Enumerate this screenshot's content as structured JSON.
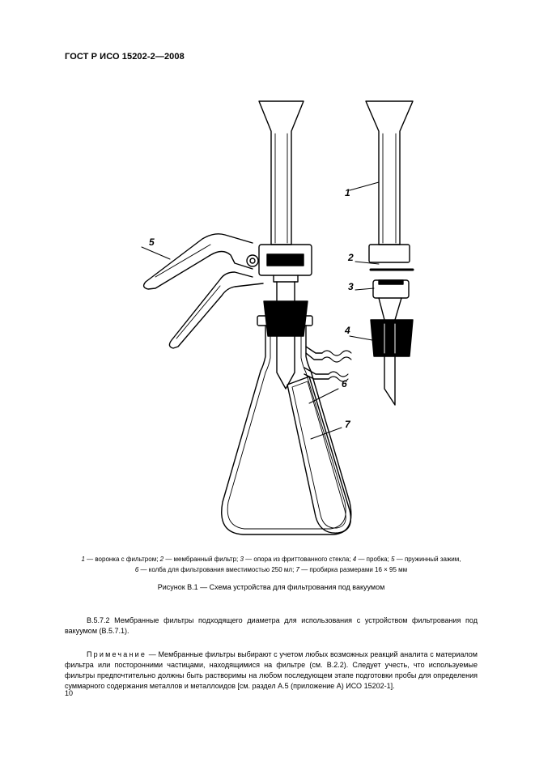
{
  "header": {
    "standard": "ГОСТ Р ИСО 15202-2—2008"
  },
  "figure": {
    "labels": [
      "1",
      "2",
      "3",
      "4",
      "5",
      "6",
      "7"
    ]
  },
  "legend": {
    "items": [
      {
        "num": "1",
        "text": " — воронка с фильтром; "
      },
      {
        "num": "2",
        "text": " — мембранный фильтр; "
      },
      {
        "num": "3",
        "text": " — опора из фриттованного стекла; "
      },
      {
        "num": "4",
        "text": " — пробка; "
      },
      {
        "num": "5",
        "text": " — пружинный зажим,"
      },
      {
        "num": "6",
        "text": " — колба для фильтрования вместимостью 250 мл; "
      },
      {
        "num": "7",
        "text": " — пробирка размерами 16 × 95 мм"
      }
    ]
  },
  "caption": "Рисунок В.1 — Схема устройства для фильтрования под вакуумом",
  "paragraphs": {
    "p1": "В.5.7.2 Мембранные фильтры подходящего диаметра для использования с устройством фильтрования под вакуумом (В.5.7.1).",
    "p2_note_label": "Примечание",
    "p2_text": " — Мембранные фильтры выбирают с учетом любых возможных реакций аналита с материалом фильтра или посторонними частицами, находящимися на фильтре (см. В.2.2). Следует учесть, что используемые фильтры предпочтительно должны быть растворимы на любом последующем этапе подготовки пробы для определения суммарного содержания металлов и металлоидов [см. раздел А.5 (приложение А) ИСО 15202-1]."
  },
  "page": {
    "number": "10"
  }
}
